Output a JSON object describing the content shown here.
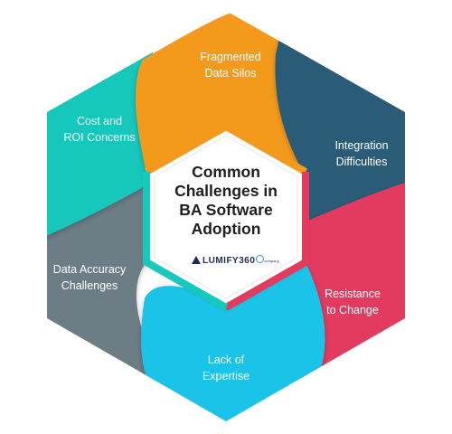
{
  "diagram": {
    "center": {
      "title": "Common\nChallenges in\nBA Software\nAdoption",
      "logo_text": "LUMIFY360",
      "logo_subtext": "company"
    },
    "segments": [
      {
        "label": "Fragmented\nData Silos",
        "color": "#f39a1e"
      },
      {
        "label": "Integration\nDifficulties",
        "color": "#2c5b78"
      },
      {
        "label": "Resistance\nto Change",
        "color": "#e23b5e"
      },
      {
        "label": "Lack of\nExpertise",
        "color": "#1fc3e8"
      },
      {
        "label": "Data Accuracy\nChallenges",
        "color": "#6d7d85"
      },
      {
        "label": "Cost and\nROI Concerns",
        "color": "#17c8bc"
      }
    ],
    "inner_border_colors": [
      "#f39a1e",
      "#e23b5e",
      "#17c8bc"
    ]
  }
}
